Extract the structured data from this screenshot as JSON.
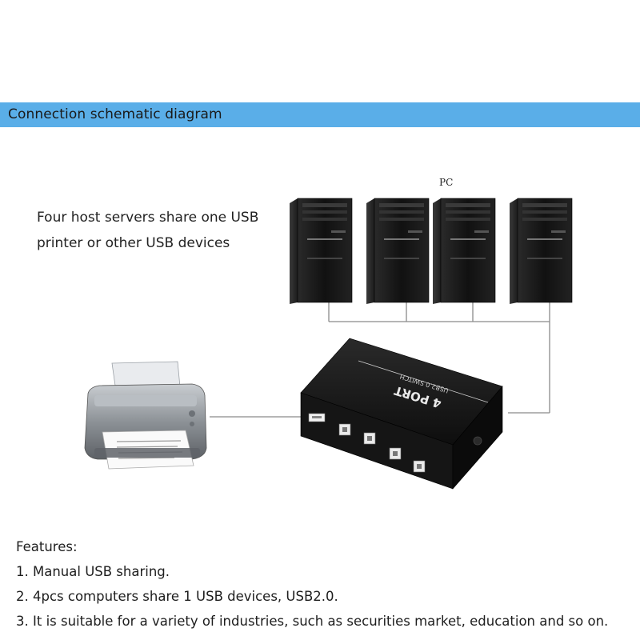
{
  "header": {
    "title": "Connection schematic diagram"
  },
  "diagram": {
    "caption": "Four host servers share one USB printer or other USB devices",
    "pc_label": "PC",
    "switch_model_text": "4 PORT",
    "switch_sub_text": "USB2.0 SWITCH",
    "pc_count": 4,
    "device_ports": 1
  },
  "features": {
    "heading": "Features:",
    "items": [
      "1. Manual USB sharing.",
      "2. 4pcs computers share 1 USB devices, USB2.0.",
      "3. It is suitable for a variety of industries, such as securities market, education and so on."
    ]
  },
  "colors": {
    "banner": "#5aaee8",
    "pc_body": "#1b1b1b",
    "switch_body": "#141414",
    "printer_body": "#8a8f94"
  }
}
